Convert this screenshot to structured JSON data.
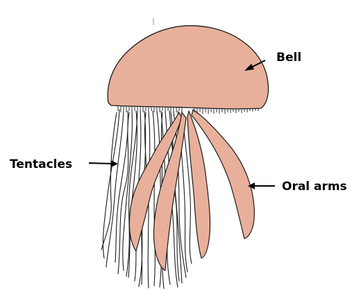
{
  "labels": {
    "bell": "Bell",
    "tentacles": "Tentacles",
    "oral_arms": "Oral arms"
  },
  "colors": {
    "body_fill": "#E8B09A",
    "outline": "#1a1a1a",
    "text": "#000000",
    "background": "#ffffff"
  }
}
